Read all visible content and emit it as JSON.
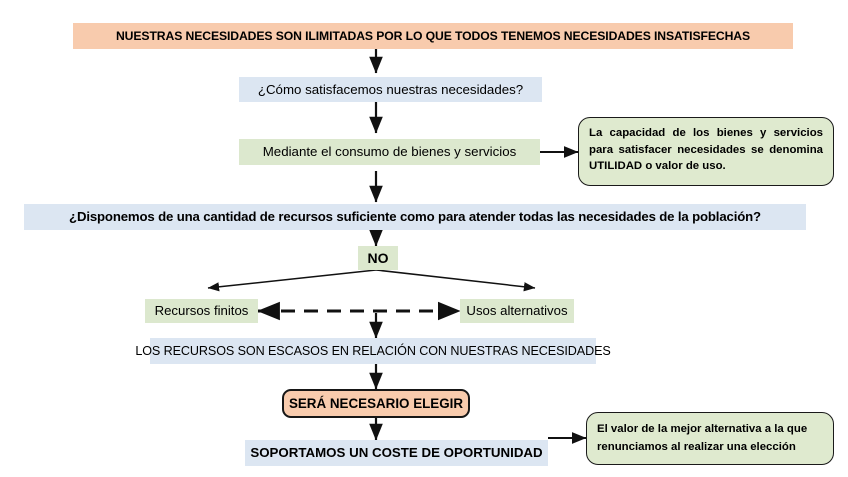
{
  "diagram": {
    "title": "Flujo de necesidades, escasez y coste de oportunidad",
    "colors": {
      "peach": "#f8cbad",
      "blue": "#dce6f2",
      "green": "#dce8ce",
      "callout_fill": "#dfeacf",
      "stroke": "#161616"
    },
    "nodes": {
      "header": "NUESTRAS NECESIDADES SON ILIMITADAS POR LO QUE TODOS TENEMOS NECESIDADES  INSATISFECHAS",
      "question_how": "¿Cómo satisfacemos nuestras necesidades?",
      "answer_consumption": "Mediante el consumo de bienes y servicios",
      "callout_utilidad": "La capacidad de los bienes y servicios para satisfacer necesidades se denomina UTILIDAD o valor de uso.",
      "question_resources": "¿Disponemos de una cantidad de recursos suficiente como para atender todas las necesidades de la población?",
      "answer_no": "NO",
      "finite_resources": "Recursos finitos",
      "alternative_uses": "Usos alternativos",
      "scarcity": "LOS RECURSOS SON ESCASOS EN RELACIÓN CON NUESTRAS NECESIDADES",
      "must_choose": "SERÁ NECESARIO ELEGIR",
      "opportunity_cost": "SOPORTAMOS UN COSTE DE OPORTUNIDAD",
      "callout_coste": "El valor de la mejor alternativa a la que renunciamos al realizar una elección"
    },
    "connectors": [
      {
        "name": "header-to-question-how",
        "style": "solid-arrow",
        "direction": "down"
      },
      {
        "name": "question-how-to-answer-consumption",
        "style": "solid-arrow",
        "direction": "down"
      },
      {
        "name": "answer-consumption-to-callout-utilidad",
        "style": "solid-arrow",
        "direction": "right"
      },
      {
        "name": "answer-consumption-to-question-resources",
        "style": "solid-arrow",
        "direction": "down"
      },
      {
        "name": "question-resources-to-answer-no",
        "style": "solid-arrow",
        "direction": "down"
      },
      {
        "name": "answer-no-to-finite-resources",
        "style": "solid-arrow",
        "direction": "down-left"
      },
      {
        "name": "answer-no-to-alternative-uses",
        "style": "solid-arrow",
        "direction": "down-right"
      },
      {
        "name": "finite-resources-to-alternative-uses",
        "style": "dashed-double-arrow",
        "direction": "horizontal"
      },
      {
        "name": "branch-to-scarcity",
        "style": "solid-arrow",
        "direction": "down"
      },
      {
        "name": "scarcity-to-must-choose",
        "style": "solid-arrow",
        "direction": "down"
      },
      {
        "name": "must-choose-to-opportunity-cost",
        "style": "solid-arrow",
        "direction": "down"
      },
      {
        "name": "opportunity-cost-to-callout-coste",
        "style": "solid-arrow",
        "direction": "right"
      }
    ]
  }
}
